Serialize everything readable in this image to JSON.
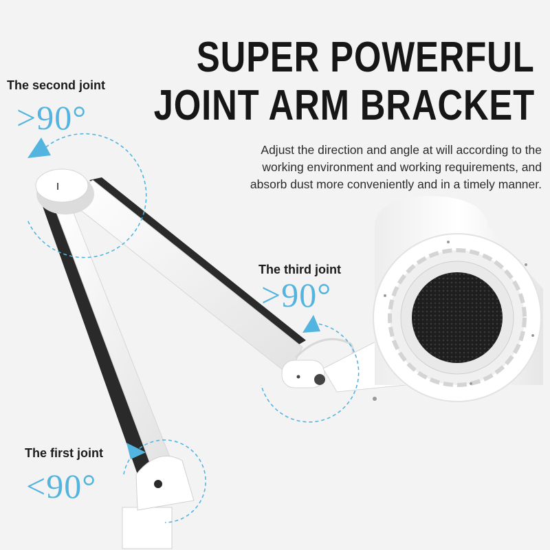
{
  "headline": {
    "line1": "SUPER POWERFUL",
    "line2": "JOINT ARM BRACKET"
  },
  "description": {
    "line1": "Adjust the direction and angle at will according to the",
    "line2": "working environment and working requirements, and",
    "line3": "absorb dust more conveniently and in a timely manner."
  },
  "joints": {
    "second": {
      "label": "The second joint",
      "angle": ">90°"
    },
    "third": {
      "label": "The third joint",
      "angle": ">90°"
    },
    "first": {
      "label": "The first joint",
      "angle": "<90°"
    }
  },
  "colors": {
    "accent": "#52b4df",
    "text": "#161616",
    "background": "#f3f3f3",
    "arm": "#ffffff",
    "filter": "#2b2b2b"
  }
}
